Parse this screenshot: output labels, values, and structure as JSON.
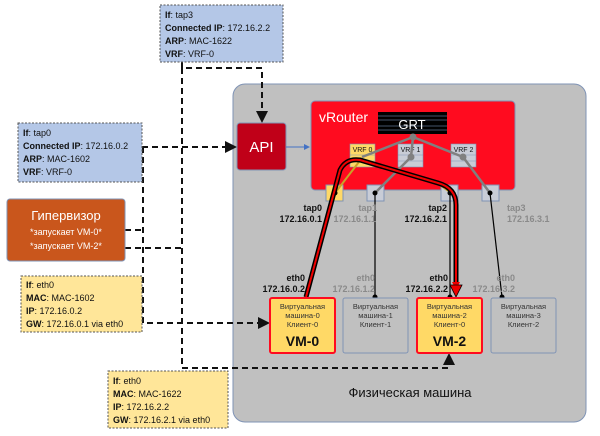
{
  "top_info": {
    "if_label": "If",
    "if": "tap3",
    "ip_label": "Connected IP",
    "ip": "172.16.2.2",
    "arp_label": "ARP",
    "arp": "MAC-1622",
    "vrf_label": "VRF",
    "vrf": "VRF-0"
  },
  "left_info": {
    "if_label": "If",
    "if": "tap0",
    "ip_label": "Connected IP",
    "ip": "172.16.0.2",
    "arp_label": "ARP",
    "arp": "MAC-1602",
    "vrf_label": "VRF",
    "vrf": "VRF-0"
  },
  "hypervisor": {
    "title": "Гипервизор",
    "line1": "*запускает VM-0*",
    "line2": "*запускает VM-2*"
  },
  "vm0_info": {
    "if_label": "If",
    "if": "eth0",
    "mac_label": "MAC",
    "mac": "MAC-1602",
    "ip_label": "IP",
    "ip": "172.16.0.2",
    "gw_label": "GW",
    "gw": "172.16.0.1 via eth0"
  },
  "vm2_info": {
    "if_label": "If",
    "if": "eth0",
    "mac_label": "MAC",
    "mac": "MAC-1622",
    "ip_label": "IP",
    "ip": "172.16.2.2",
    "gw_label": "GW",
    "gw": "172.16.2.1 via eth0"
  },
  "api": "API",
  "vrouter": {
    "title": "vRouter",
    "grt": "GRT",
    "vrfs": [
      "VRF 0",
      "VRF 1",
      "VRF 2"
    ]
  },
  "taps": [
    {
      "name": "tap0",
      "ip": "172.16.0.1"
    },
    {
      "name": "tap1",
      "ip": "172.16.1.1"
    },
    {
      "name": "tap2",
      "ip": "172.16.2.1"
    },
    {
      "name": "tap3",
      "ip": "172.16.3.1"
    }
  ],
  "vms": [
    {
      "eth": "eth0",
      "ip": "172.16.0.2",
      "l1": "Виртуальная",
      "l2": "машина-0",
      "l3": "Клиент-0",
      "label": "VM-0"
    },
    {
      "eth": "eth0",
      "ip": "172.16.1.2",
      "l1": "Виртуальная",
      "l2": "машина-1",
      "l3": "Клиент-1"
    },
    {
      "eth": "eth0",
      "ip": "172.16.2.2",
      "l1": "Виртуальная",
      "l2": "машина-2",
      "l3": "Клиент-0",
      "label": "VM-2"
    },
    {
      "eth": "eth0",
      "ip": "172.16.3.2",
      "l1": "Виртуальная",
      "l2": "машина-3",
      "l3": "Клиент-2"
    }
  ],
  "physical_machine": "Физическая машина",
  "colors": {
    "vrouter": "#ff0b1f",
    "api": "#c00018",
    "hypervisor": "#c9561c",
    "info_blue": "#b4c7e7",
    "info_yellow": "#ffe699",
    "vm_active": "#ffd966",
    "host": "#c0c0c0"
  }
}
